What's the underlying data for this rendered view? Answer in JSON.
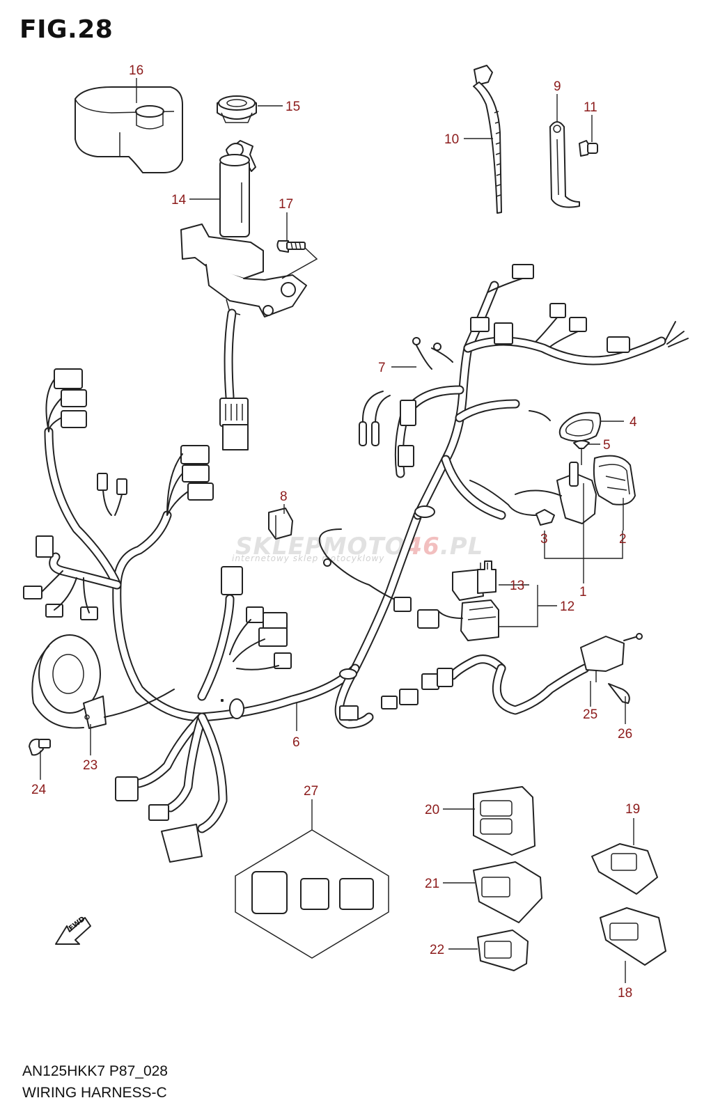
{
  "figure": {
    "title": "FIG.28",
    "model": "AN125HKK7 P87_028",
    "section": "WIRING HARNESS-C"
  },
  "watermark": {
    "brand_a": "SKLEP",
    "brand_b": "MOTO",
    "brand_c": "46",
    "brand_d": ".PL",
    "tagline": "internetowy sklep motocyklowy"
  },
  "fwd_label": "FWD",
  "callouts": [
    {
      "id": "c16",
      "label": "16"
    },
    {
      "id": "c15",
      "label": "15"
    },
    {
      "id": "c14",
      "label": "14"
    },
    {
      "id": "c17",
      "label": "17"
    },
    {
      "id": "c10",
      "label": "10"
    },
    {
      "id": "c9",
      "label": "9"
    },
    {
      "id": "c11",
      "label": "11"
    },
    {
      "id": "c7",
      "label": "7"
    },
    {
      "id": "c4",
      "label": "4"
    },
    {
      "id": "c5",
      "label": "5"
    },
    {
      "id": "c8",
      "label": "8"
    },
    {
      "id": "c3",
      "label": "3"
    },
    {
      "id": "c2",
      "label": "2"
    },
    {
      "id": "c1",
      "label": "1"
    },
    {
      "id": "c13",
      "label": "13"
    },
    {
      "id": "c12",
      "label": "12"
    },
    {
      "id": "c6",
      "label": "6"
    },
    {
      "id": "c25",
      "label": "25"
    },
    {
      "id": "c26",
      "label": "26"
    },
    {
      "id": "c23",
      "label": "23"
    },
    {
      "id": "c24",
      "label": "24"
    },
    {
      "id": "c27",
      "label": "27"
    },
    {
      "id": "c20",
      "label": "20"
    },
    {
      "id": "c19",
      "label": "19"
    },
    {
      "id": "c21",
      "label": "21"
    },
    {
      "id": "c22",
      "label": "22"
    },
    {
      "id": "c18",
      "label": "18"
    }
  ]
}
